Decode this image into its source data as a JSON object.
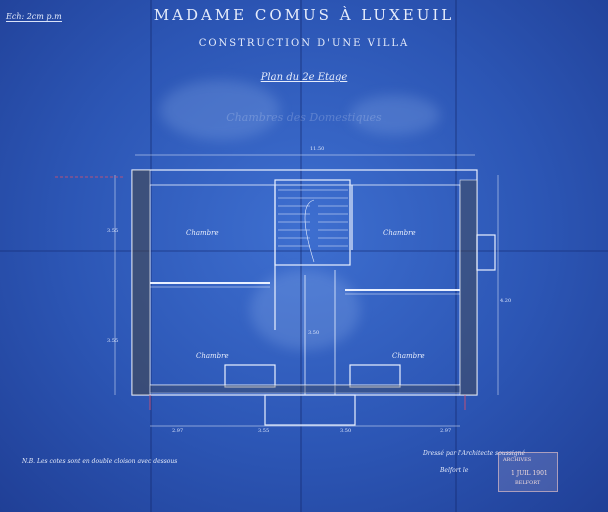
{
  "header": {
    "scale": "Ech: 2cm p.m",
    "title": "Madame Comus à Luxeuil",
    "subtitle": "Construction d'une Villa",
    "floor": "Plan du 2e Etage",
    "faded_text": "Chambres des Domestiques"
  },
  "plan": {
    "rooms": [
      "Chambre",
      "Chambre",
      "Chambre",
      "Chambre"
    ],
    "dims": {
      "top": "11.50",
      "bottom_left": "2.97",
      "bottom_mid": "3.55",
      "bottom_mid2": "3.50",
      "bottom_right": "2.97",
      "left_top": "3.55",
      "left_bottom": "3.55",
      "right": "4.20",
      "corridor": "3.50"
    }
  },
  "footer": {
    "note": "N.B. Les cotes sont en double cloison avec dessous",
    "architect": "Dressé par l'Architecte soussigné",
    "place": "Belfort le",
    "stamp_top": "ARCHIVES",
    "stamp_date": "1 JUIL 1901",
    "stamp_city": "BELFORT"
  },
  "colors": {
    "paper": "#2f57b3",
    "ink": "#e9f0ff",
    "marker": "#e2506a"
  }
}
